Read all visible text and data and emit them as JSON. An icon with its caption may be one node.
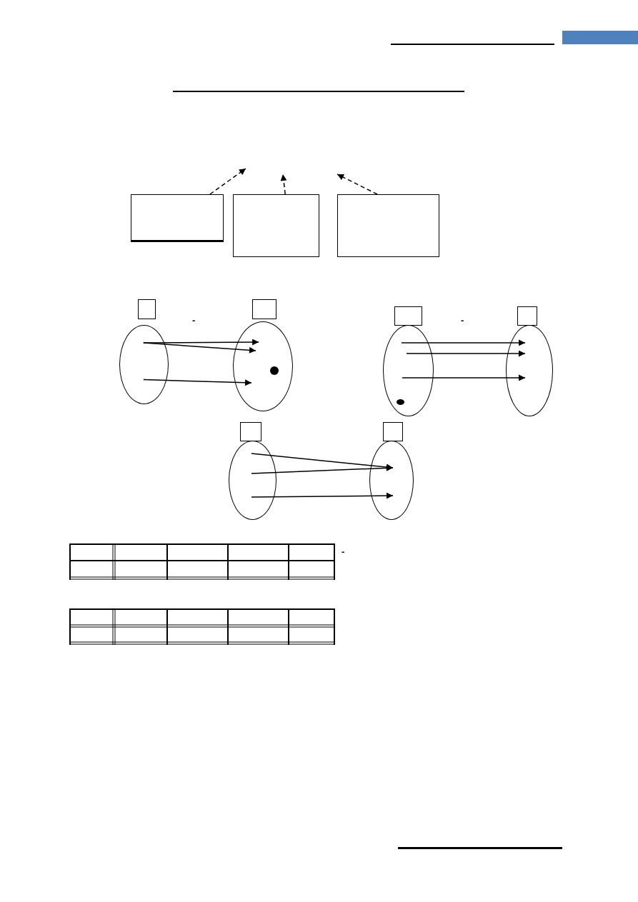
{
  "diagram": {
    "nodes": [
      {
        "text": [],
        "shape": "box"
      },
      {
        "text": [],
        "shape": "box"
      },
      {
        "text": [],
        "shape": "box"
      },
      {
        "text": [],
        "shape": "box"
      },
      {
        "text": [],
        "shape": "box"
      },
      {
        "text": [],
        "shape": "ellipse"
      },
      {
        "text": [],
        "shape": "ellipse"
      },
      {
        "text": [],
        "shape": "dot",
        "in": 6
      },
      {
        "text": [],
        "shape": "box"
      },
      {
        "text": [],
        "shape": "box"
      },
      {
        "text": [],
        "shape": "ellipse"
      },
      {
        "text": [],
        "shape": "dot",
        "in": 10
      },
      {
        "text": [],
        "shape": "ellipse"
      },
      {
        "text": [],
        "shape": "box"
      },
      {
        "text": [],
        "shape": "box"
      },
      {
        "text": [],
        "shape": "ellipse"
      },
      {
        "text": [],
        "shape": "ellipse"
      },
      {
        "text": [],
        "shape": "table"
      },
      {
        "text": [],
        "shape": "table"
      }
    ],
    "edges": [
      {
        "from": 0,
        "to": null,
        "arrow": "to",
        "style": "dashed"
      },
      {
        "from": 1,
        "to": null,
        "arrow": "to",
        "style": "dashed"
      },
      {
        "from": 2,
        "to": null,
        "arrow": "to",
        "style": "dashed"
      },
      {
        "from": 5,
        "to": 6,
        "arrow": "to"
      },
      {
        "from": 5,
        "to": 6,
        "arrow": "to"
      },
      {
        "from": 5,
        "to": 6,
        "arrow": "to"
      },
      {
        "from": 10,
        "to": 12,
        "arrow": "to"
      },
      {
        "from": 10,
        "to": 12,
        "arrow": "to"
      },
      {
        "from": 10,
        "to": 12,
        "arrow": "to"
      },
      {
        "from": 15,
        "to": 16,
        "arrow": "to"
      },
      {
        "from": 15,
        "to": 16,
        "arrow": "to"
      },
      {
        "from": 15,
        "to": 16,
        "arrow": "to"
      }
    ],
    "labels": [
      "-",
      "-",
      "-"
    ]
  }
}
